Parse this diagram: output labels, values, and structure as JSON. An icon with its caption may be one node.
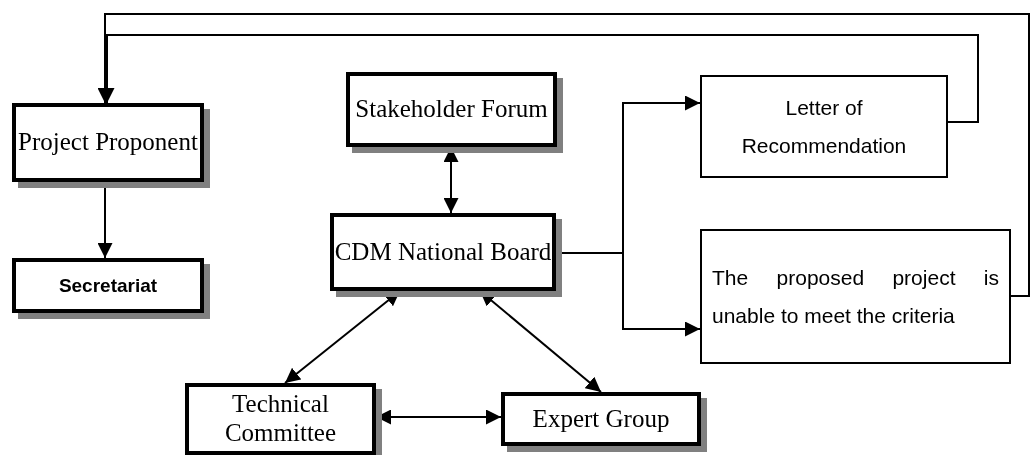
{
  "diagram": {
    "nodes": [
      {
        "text": [
          "Project Proponent"
        ]
      },
      {
        "text": [
          "Secretariat"
        ]
      },
      {
        "text": [
          "Stakeholder Forum"
        ]
      },
      {
        "text": [
          "CDM National Board"
        ]
      },
      {
        "text": [
          "Letter of Recommendation"
        ]
      },
      {
        "text": [
          "The proposed project is unable to meet the criteria"
        ]
      },
      {
        "text": [
          "Technical Committee"
        ]
      },
      {
        "text": [
          "Expert Group"
        ]
      }
    ],
    "edges": [
      {
        "from": 0,
        "to": 1,
        "arrow": "to"
      },
      {
        "from": 2,
        "to": 3,
        "arrow": "both"
      },
      {
        "from": 3,
        "to": 4,
        "arrow": "to"
      },
      {
        "from": 3,
        "to": 5,
        "arrow": "to"
      },
      {
        "from": 4,
        "to": 0,
        "arrow": "to"
      },
      {
        "from": 5,
        "to": 0,
        "arrow": "to"
      },
      {
        "from": 3,
        "to": 6,
        "arrow": "both"
      },
      {
        "from": 3,
        "to": 7,
        "arrow": "both"
      },
      {
        "from": 6,
        "to": 7,
        "arrow": "both"
      }
    ]
  }
}
